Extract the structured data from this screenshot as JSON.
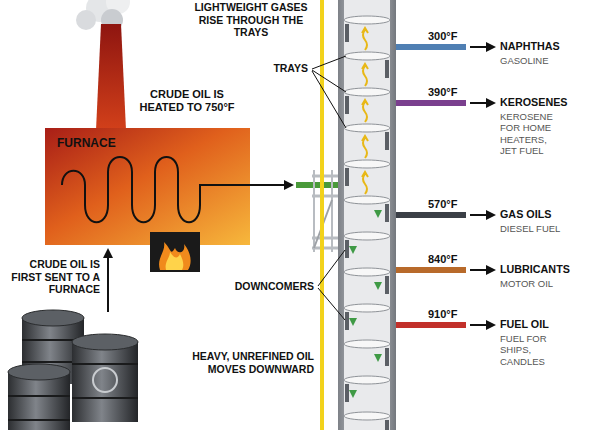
{
  "diagram": {
    "nodes": [
      {
        "text": [
          "CRUDE OIL IS HEATED TO 750°F",
          "FURNACE"
        ]
      }
    ],
    "labels": [
      "LIGHTWEIGHT GASES RISE THROUGH THE TRAYS",
      "TRAYS",
      "300°F",
      "NAPHTHAS",
      "GASOLINE",
      "390°F",
      "KEROSENES",
      "KEROSENE FOR HOME HEATERS, JET FUEL",
      "570°F",
      "GAS OILS",
      "DIESEL FUEL",
      "840°F",
      "LUBRICANTS",
      "MOTOR OIL",
      "910°F",
      "FUEL OIL",
      "FUEL FOR SHIPS, CANDLES",
      "DOWNCOMERS",
      "HEAVY, UNREFINED OIL MOVES DOWNWARD",
      "CRUDE OIL IS FIRST SENT TO A FURNACE"
    ]
  }
}
